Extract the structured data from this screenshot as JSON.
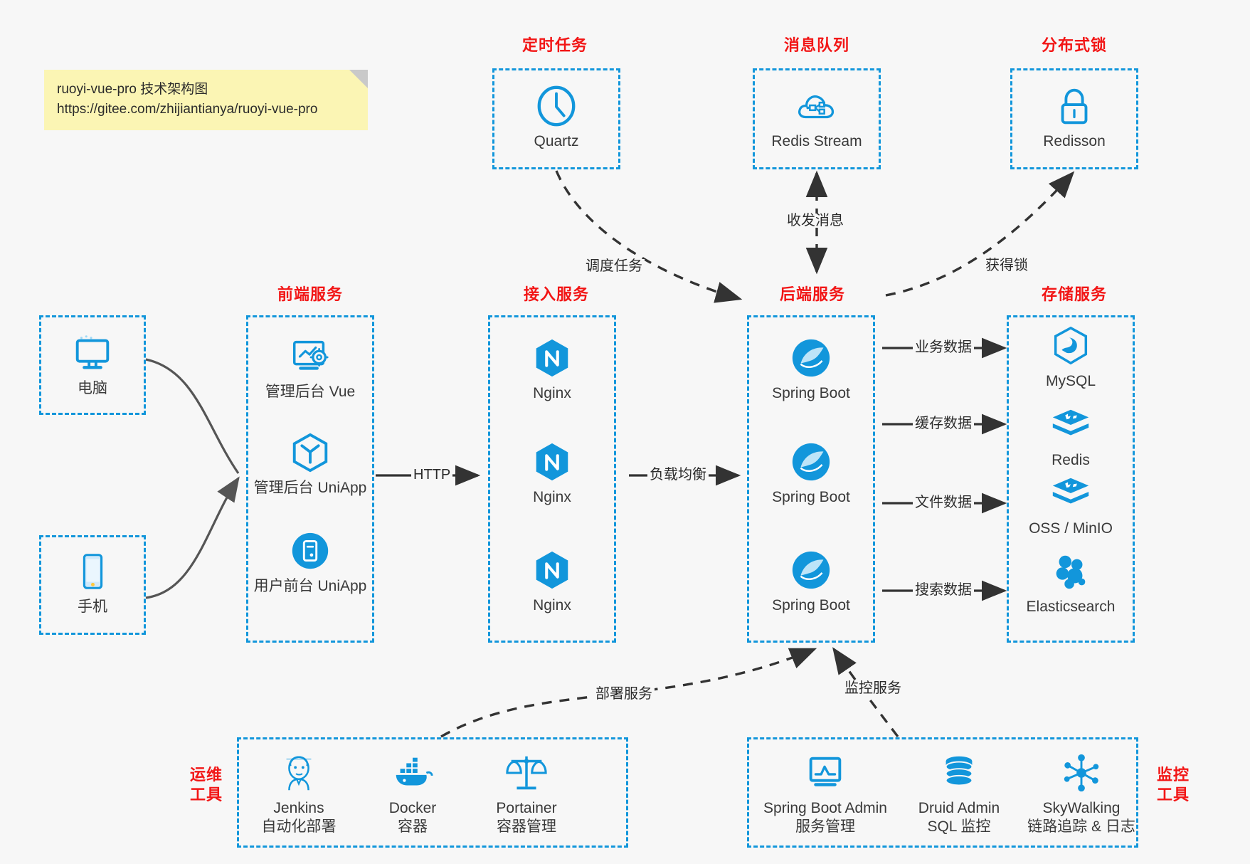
{
  "note": {
    "title": "ruoyi-vue-pro 技术架构图",
    "url": "https://gitee.com/zhijiantianya/ruoyi-vue-pro"
  },
  "colors": {
    "accent": "#1296db",
    "header_red": "#f21616",
    "background": "#f7f7f7",
    "note_bg": "#fbf5b4",
    "edge": "#333333",
    "caption": "#3a3a3a"
  },
  "groups": {
    "scheduled_task": "定时任务",
    "message_queue": "消息队列",
    "distributed_lock": "分布式锁",
    "frontend_service": "前端服务",
    "gateway_service": "接入服务",
    "backend_service": "后端服务",
    "storage_service": "存储服务",
    "devops_tools_l1": "运维",
    "devops_tools_l2": "工具",
    "monitor_tools_l1": "监控",
    "monitor_tools_l2": "工具"
  },
  "nodes": {
    "quartz": {
      "label": "Quartz",
      "icon": "clock-icon"
    },
    "redis_stream": {
      "label": "Redis Stream",
      "icon": "cloud-stream-icon"
    },
    "redisson": {
      "label": "Redisson",
      "icon": "lock-icon"
    },
    "pc": {
      "label": "电脑",
      "icon": "desktop-icon"
    },
    "mobile": {
      "label": "手机",
      "icon": "phone-icon"
    },
    "admin_vue": {
      "label": "管理后台 Vue",
      "icon": "dashboard-gear-icon"
    },
    "admin_uniapp": {
      "label": "管理后台 UniApp",
      "icon": "cube-icon"
    },
    "user_uniapp": {
      "label": "用户前台 UniApp",
      "icon": "app-circle-icon"
    },
    "nginx1": {
      "label": "Nginx",
      "icon": "nginx-icon"
    },
    "nginx2": {
      "label": "Nginx",
      "icon": "nginx-icon"
    },
    "nginx3": {
      "label": "Nginx",
      "icon": "nginx-icon"
    },
    "springboot1": {
      "label": "Spring Boot",
      "icon": "spring-icon"
    },
    "springboot2": {
      "label": "Spring Boot",
      "icon": "spring-icon"
    },
    "springboot3": {
      "label": "Spring Boot",
      "icon": "spring-icon"
    },
    "mysql": {
      "label": "MySQL",
      "icon": "mysql-icon"
    },
    "redis": {
      "label": "Redis",
      "icon": "redis-stack-icon"
    },
    "oss_minio": {
      "label": "OSS / MinIO",
      "icon": "storage-stack-icon"
    },
    "elasticsearch": {
      "label": "Elasticsearch",
      "icon": "elasticsearch-icon"
    },
    "jenkins": {
      "label": "Jenkins",
      "sublabel": "自动化部署",
      "icon": "jenkins-icon"
    },
    "docker": {
      "label": "Docker",
      "sublabel": "容器",
      "icon": "docker-icon"
    },
    "portainer": {
      "label": "Portainer",
      "sublabel": "容器管理",
      "icon": "scales-icon"
    },
    "spring_boot_admin": {
      "label": "Spring Boot Admin",
      "sublabel": "服务管理",
      "icon": "monitor-chart-icon"
    },
    "druid_admin": {
      "label": "Druid Admin",
      "sublabel": "SQL 监控",
      "icon": "database-icon"
    },
    "skywalking": {
      "label": "SkyWalking",
      "sublabel": "链路追踪 & 日志",
      "icon": "network-nodes-icon"
    }
  },
  "edges": {
    "schedule_task": "调度任务",
    "send_receive_message": "收发消息",
    "acquire_lock": "获得锁",
    "http": "HTTP",
    "load_balance": "负载均衡",
    "business_data": "业务数据",
    "cache_data": "缓存数据",
    "file_data": "文件数据",
    "search_data": "搜索数据",
    "deploy_service": "部署服务",
    "monitor_service": "监控服务"
  }
}
